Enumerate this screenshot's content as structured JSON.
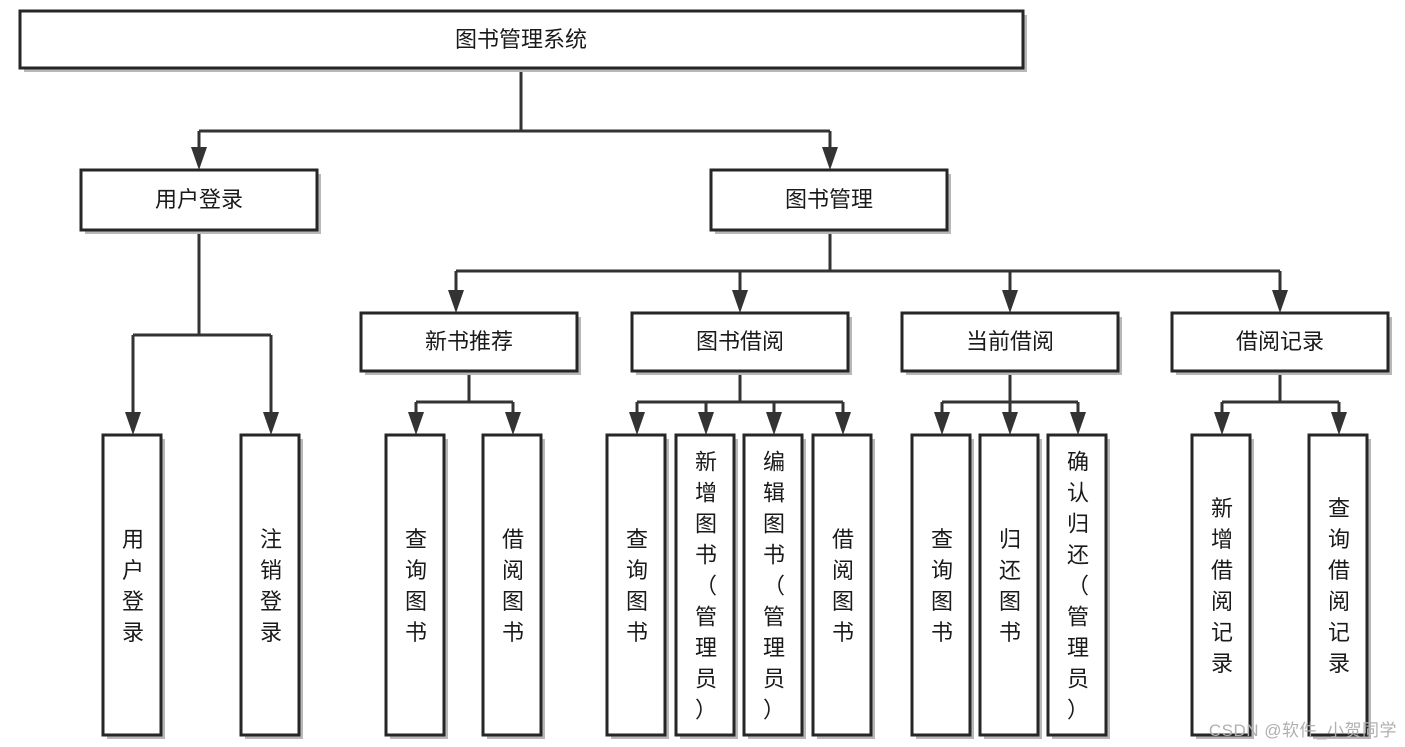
{
  "diagram": {
    "type": "hierarchy-tree",
    "title": "图书管理系统",
    "watermark": "CSDN @软件_小贺同学",
    "colors": {
      "box_fill": "#ffffff",
      "box_stroke": "#262626",
      "connector": "#333333",
      "text": "#1a1a1a",
      "watermark": "#b0b0b0"
    },
    "levels": {
      "root": "图书管理系统",
      "level2": [
        "用户登录",
        "图书管理"
      ],
      "level3": [
        "新书推荐",
        "图书借阅",
        "当前借阅",
        "借阅记录"
      ]
    },
    "nodes": {
      "root": {
        "label": "图书管理系统",
        "orientation": "horizontal"
      },
      "user_login": {
        "label": "用户登录",
        "orientation": "horizontal"
      },
      "book_manage": {
        "label": "图书管理",
        "orientation": "horizontal"
      },
      "new_book_rec": {
        "label": "新书推荐",
        "orientation": "horizontal"
      },
      "book_borrow": {
        "label": "图书借阅",
        "orientation": "horizontal"
      },
      "current_borrow": {
        "label": "当前借阅",
        "orientation": "horizontal"
      },
      "borrow_record": {
        "label": "借阅记录",
        "orientation": "horizontal"
      },
      "leaf_user_login": {
        "label": "用户登录",
        "orientation": "vertical"
      },
      "leaf_logout": {
        "label": "注销登录",
        "orientation": "vertical"
      },
      "leaf_query_book_1": {
        "label": "查询图书",
        "orientation": "vertical"
      },
      "leaf_borrow_book_1": {
        "label": "借阅图书",
        "orientation": "vertical"
      },
      "leaf_query_book_2": {
        "label": "查询图书",
        "orientation": "vertical"
      },
      "leaf_add_book": {
        "label": "新增图书（管理员）",
        "orientation": "vertical"
      },
      "leaf_edit_book": {
        "label": "编辑图书（管理员）",
        "orientation": "vertical"
      },
      "leaf_borrow_book_2": {
        "label": "借阅图书",
        "orientation": "vertical"
      },
      "leaf_query_book_3": {
        "label": "查询图书",
        "orientation": "vertical"
      },
      "leaf_return_book": {
        "label": "归还图书",
        "orientation": "vertical"
      },
      "leaf_confirm_return": {
        "label": "确认归还（管理员）",
        "orientation": "vertical"
      },
      "leaf_add_record": {
        "label": "新增借阅记录",
        "orientation": "vertical"
      },
      "leaf_query_record": {
        "label": "查询借阅记录",
        "orientation": "vertical"
      }
    },
    "edges": [
      {
        "from": "root",
        "to": "用户登录"
      },
      {
        "from": "root",
        "to": "图书管理"
      },
      {
        "from": "用户登录",
        "to": "用户登录(叶)"
      },
      {
        "from": "用户登录",
        "to": "注销登录"
      },
      {
        "from": "图书管理",
        "to": "新书推荐"
      },
      {
        "from": "图书管理",
        "to": "图书借阅"
      },
      {
        "from": "图书管理",
        "to": "当前借阅"
      },
      {
        "from": "图书管理",
        "to": "借阅记录"
      },
      {
        "from": "新书推荐",
        "to": "查询图书"
      },
      {
        "from": "新书推荐",
        "to": "借阅图书"
      },
      {
        "from": "图书借阅",
        "to": "查询图书"
      },
      {
        "from": "图书借阅",
        "to": "新增图书（管理员）"
      },
      {
        "from": "图书借阅",
        "to": "编辑图书（管理员）"
      },
      {
        "from": "图书借阅",
        "to": "借阅图书"
      },
      {
        "from": "当前借阅",
        "to": "查询图书"
      },
      {
        "from": "当前借阅",
        "to": "归还图书"
      },
      {
        "from": "当前借阅",
        "to": "确认归还（管理员）"
      },
      {
        "from": "借阅记录",
        "to": "新增借阅记录"
      },
      {
        "from": "借阅记录",
        "to": "查询借阅记录"
      }
    ]
  }
}
